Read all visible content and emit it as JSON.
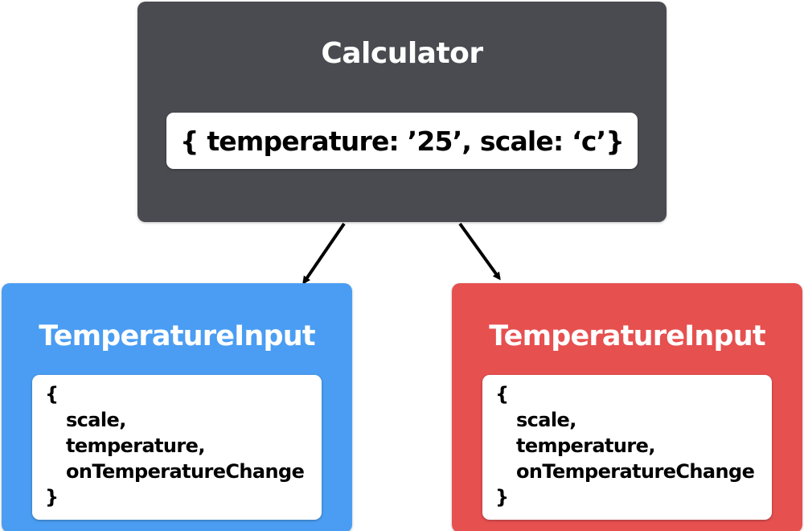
{
  "colors": {
    "calculator_bg": "#4a4b50",
    "left_child_bg": "#4a9df2",
    "right_child_bg": "#e6504f",
    "arrow": "#000000"
  },
  "calculator": {
    "title": "Calculator",
    "state": "{ temperature: ’25’, scale: ‘c’}"
  },
  "children": [
    {
      "title": "TemperatureInput",
      "props": {
        "open": "{",
        "lines": [
          "scale,",
          "temperature,",
          "onTemperatureChange"
        ],
        "close": "}"
      }
    },
    {
      "title": "TemperatureInput",
      "props": {
        "open": "{",
        "lines": [
          "scale,",
          "temperature,",
          "onTemperatureChange"
        ],
        "close": "}"
      }
    }
  ]
}
